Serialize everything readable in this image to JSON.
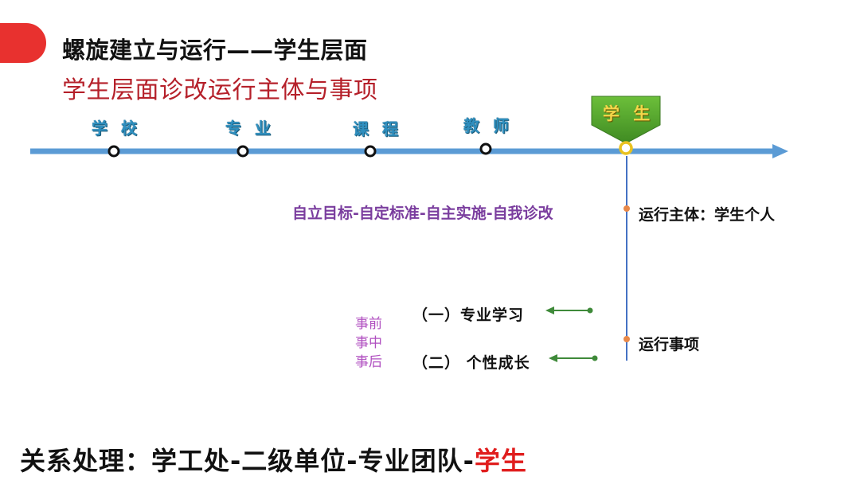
{
  "header": {
    "title": "螺旋建立与运行——学生层面",
    "subtitle": "学生层面诊改运行主体与事项"
  },
  "timeline": {
    "stages": [
      "学 校",
      "专 业",
      "课 程",
      "教 师"
    ],
    "current_stage": "学 生"
  },
  "content": {
    "principle": "自立目标-自定标准-自主实施-自我诊改",
    "subject": "运行主体：学生个人",
    "matters": "运行事项",
    "items": [
      "（一）专业学习",
      "（二） 个性成长"
    ],
    "phases": [
      "事前",
      "事中",
      "事后"
    ]
  },
  "footer": {
    "prefix": "关系处理：学工处-二级单位-专业团队-",
    "highlight": "学生"
  },
  "colors": {
    "timeline_blue": "#5b9bd5",
    "accent_red": "#e8312f",
    "banner_green": "#4e9a2f",
    "purple": "#7a3d9e"
  }
}
